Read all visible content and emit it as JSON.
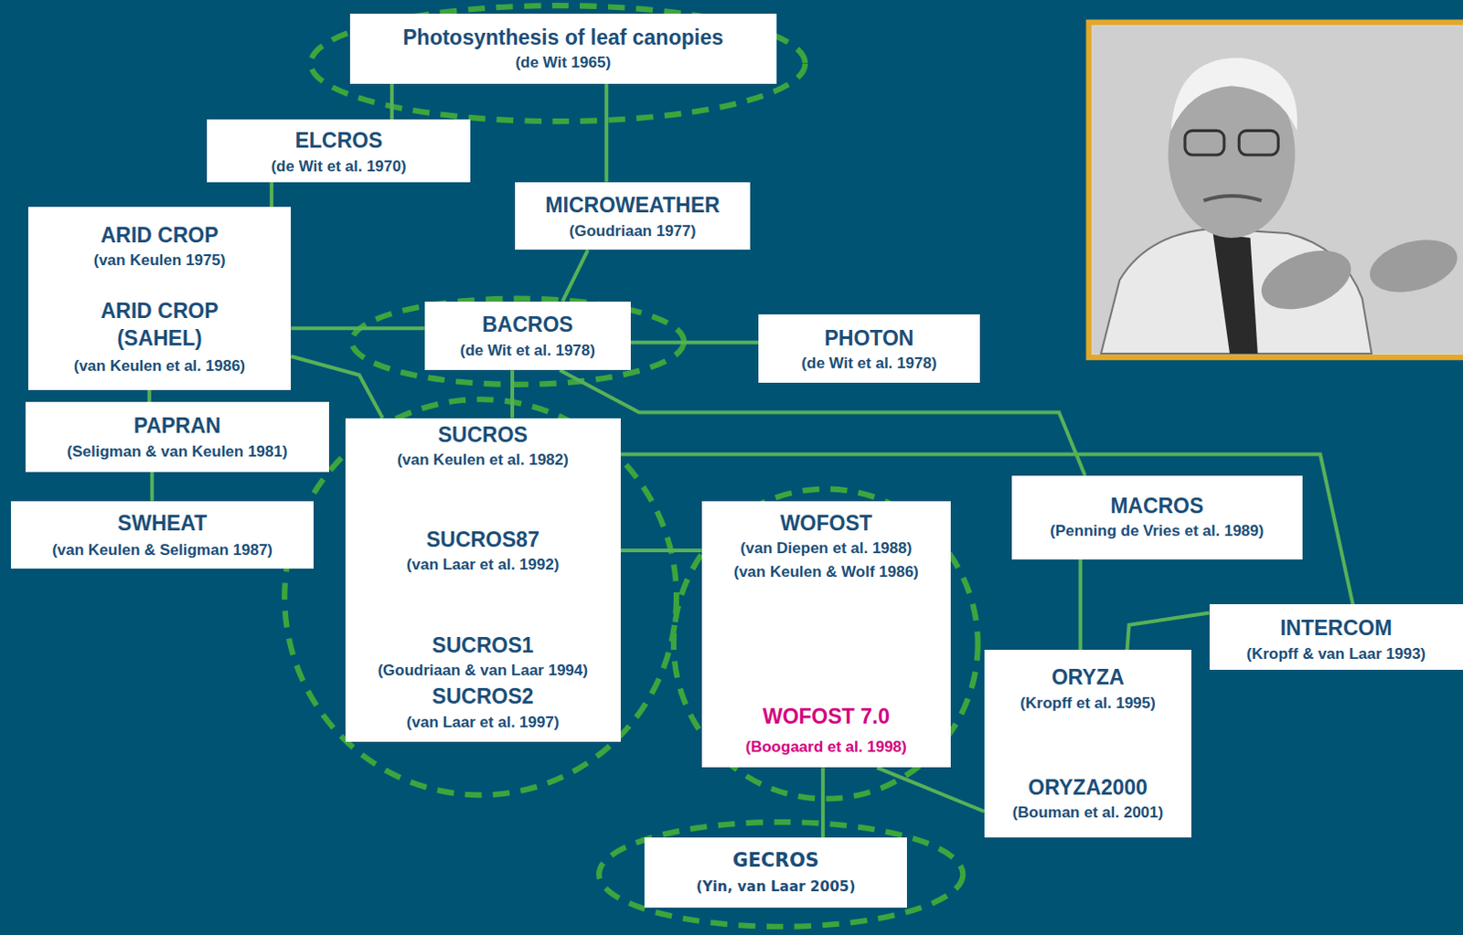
{
  "diagram": {
    "nodes": [
      {
        "text": [
          "Photosynthesis of leaf canopies",
          "(de Wit 1965)"
        ]
      },
      {
        "text": [
          "ELCROS",
          "(de Wit et al. 1970)"
        ]
      },
      {
        "text": [
          "MICROWEATHER",
          "(Goudriaan 1977)"
        ]
      },
      {
        "text": [
          "ARID CROP",
          "(van Keulen 1975)",
          "ARID CROP (SAHEL)",
          "(van Keulen et al. 1986)"
        ]
      },
      {
        "text": [
          "BACROS",
          "(de Wit et al. 1978)"
        ]
      },
      {
        "text": [
          "PHOTON",
          "(de Wit et al. 1978)"
        ]
      },
      {
        "text": [
          "PAPRAN",
          "(Seligman & van Keulen 1981)"
        ]
      },
      {
        "text": [
          "SUCROS",
          "(van Keulen et al. 1982)",
          "SUCROS87",
          "(van Laar et al. 1992)",
          "SUCROS1",
          "(Goudriaan & van Laar 1994)",
          "SUCROS2",
          "(van Laar et al. 1997)"
        ]
      },
      {
        "text": [
          "SWHEAT",
          "(van Keulen & Seligman 1987)"
        ]
      },
      {
        "text": [
          "WOFOST",
          "(van Diepen et al. 1988)",
          "(van Keulen & Wolf 1986)",
          "WOFOST 7.0",
          "(Boogaard et al. 1998)"
        ]
      },
      {
        "text": [
          "MACROS",
          "(Penning de Vries et al. 1989)"
        ]
      },
      {
        "text": [
          "INTERCOM",
          "(Kropff & van Laar 1993)"
        ]
      },
      {
        "text": [
          "ORYZA",
          "(Kropff et al. 1995)",
          "ORYZA2000",
          "(Bouman et al. 2001)"
        ]
      },
      {
        "text": [
          "GECROS",
          "(Yin, van Laar 2005)"
        ]
      }
    ],
    "edges": [
      {
        "from": 0,
        "to": 1,
        "arrow": "none"
      },
      {
        "from": 0,
        "to": 2,
        "arrow": "none"
      },
      {
        "from": 1,
        "to": 3,
        "arrow": "none"
      },
      {
        "from": 2,
        "to": 4,
        "arrow": "none"
      },
      {
        "from": 3,
        "to": 4,
        "arrow": "none"
      },
      {
        "from": 4,
        "to": 5,
        "arrow": "none"
      },
      {
        "from": 3,
        "to": 6,
        "arrow": "none"
      },
      {
        "from": 6,
        "to": 8,
        "arrow": "none"
      },
      {
        "from": 3,
        "to": 7,
        "arrow": "none"
      },
      {
        "from": 4,
        "to": 7,
        "arrow": "none"
      },
      {
        "from": 4,
        "to": 10,
        "arrow": "none"
      },
      {
        "from": 7,
        "to": 9,
        "arrow": "none"
      },
      {
        "from": 7,
        "to": 11,
        "arrow": "none"
      },
      {
        "from": 10,
        "to": 12,
        "arrow": "none"
      },
      {
        "from": 11,
        "to": 12,
        "arrow": "none"
      },
      {
        "from": 9,
        "to": 12,
        "arrow": "none"
      },
      {
        "from": 9,
        "to": 13,
        "arrow": "none"
      }
    ]
  }
}
